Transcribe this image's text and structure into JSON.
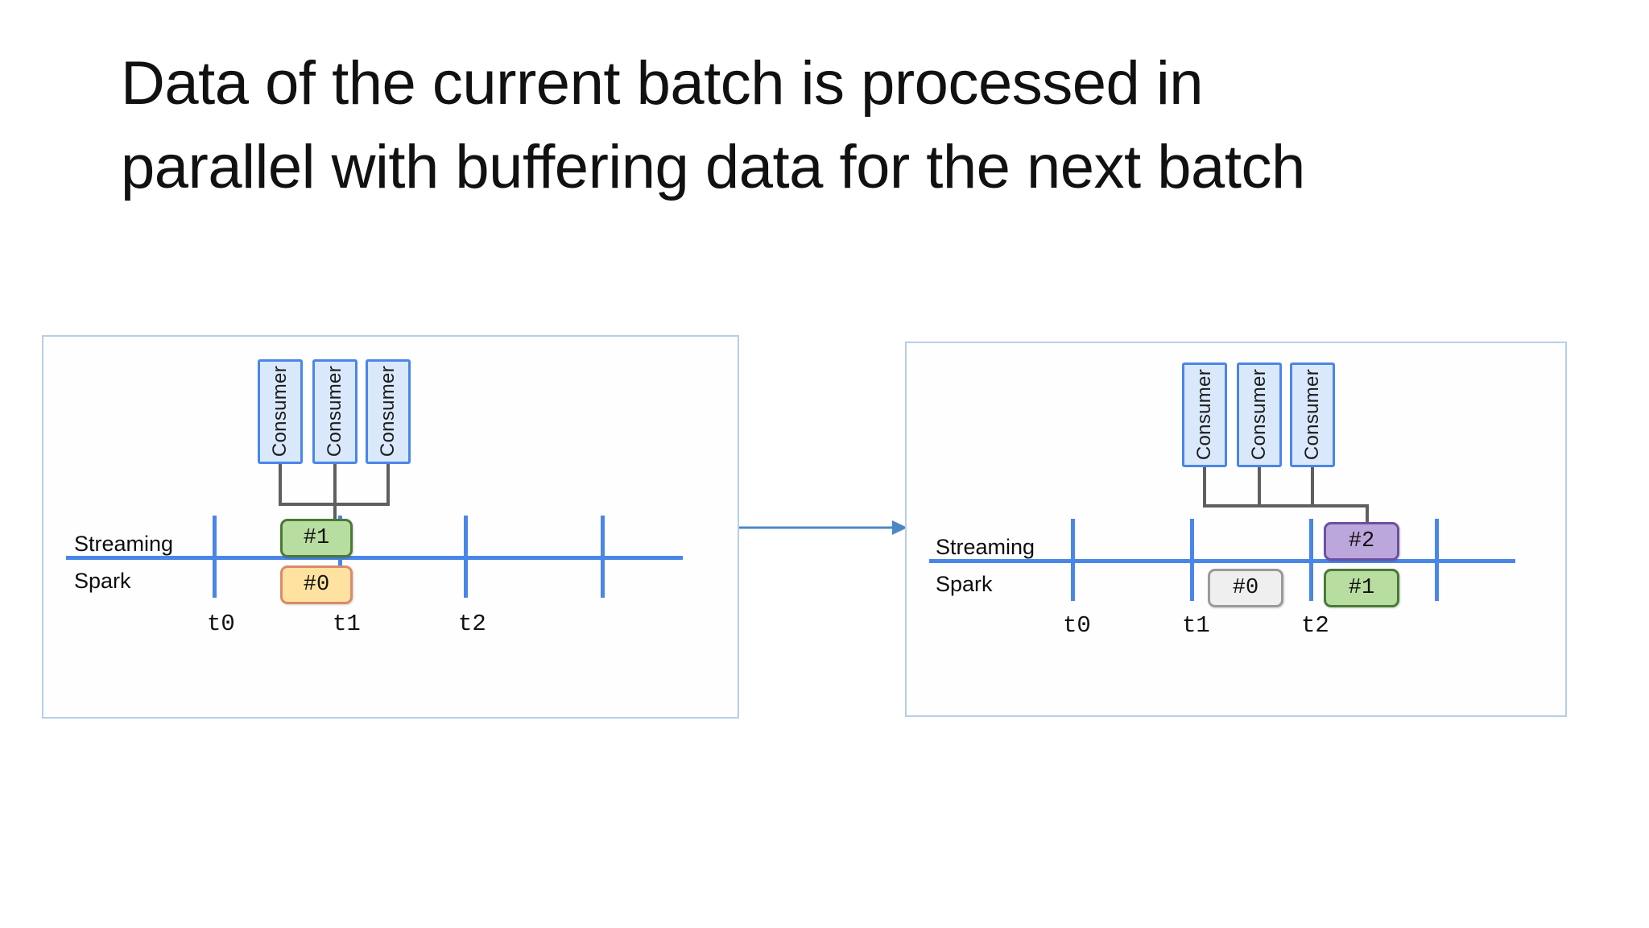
{
  "slide": {
    "title": "Data of the current batch is processed in\nparallel with buffering data for the next batch",
    "background_color": "#ffffff"
  },
  "colors": {
    "panel_border": "#b6cfe8",
    "axis_blue": "#4a86e8",
    "consumer_fill": "#dae8fc",
    "consumer_border": "#4a86e8",
    "connector_gray": "#5f5f5f",
    "batch_green_fill": "#b8dda0",
    "batch_green_border": "#4a7a35",
    "batch_orange_fill": "#ffe2a0",
    "batch_orange_border": "#d98b6a",
    "batch_purple_fill": "#bca7dd",
    "batch_purple_border": "#6f4fa0",
    "batch_gray_fill": "#efefef",
    "batch_gray_border": "#9a9a9a",
    "flow_arrow": "#4d88c4"
  },
  "flow_arrow": {
    "name": "stage-transition-arrow",
    "direction": "right",
    "color": "#4d88c4"
  },
  "panels": [
    {
      "id": "left",
      "name": "timeline-stage-1",
      "consumers": [
        {
          "label": "Consumer"
        },
        {
          "label": "Consumer"
        },
        {
          "label": "Consumer"
        }
      ],
      "lanes": [
        {
          "name": "streaming",
          "label": "Streaming"
        },
        {
          "name": "spark",
          "label": "Spark"
        }
      ],
      "time_ticks": [
        "t0",
        "t1",
        "t2"
      ],
      "batches": [
        {
          "label": "#1",
          "lane": "streaming",
          "time_slot": "t1",
          "color": "green",
          "state": "buffering"
        },
        {
          "label": "#0",
          "lane": "spark",
          "time_slot": "t1",
          "color": "orange",
          "state": "processing"
        }
      ]
    },
    {
      "id": "right",
      "name": "timeline-stage-2",
      "consumers": [
        {
          "label": "Consumer"
        },
        {
          "label": "Consumer"
        },
        {
          "label": "Consumer"
        }
      ],
      "lanes": [
        {
          "name": "streaming",
          "label": "Streaming"
        },
        {
          "name": "spark",
          "label": "Spark"
        }
      ],
      "time_ticks": [
        "t0",
        "t1",
        "t2"
      ],
      "batches": [
        {
          "label": "#2",
          "lane": "streaming",
          "time_slot": "t2",
          "color": "purple",
          "state": "buffering"
        },
        {
          "label": "#0",
          "lane": "spark",
          "time_slot": "t1",
          "color": "gray",
          "state": "done"
        },
        {
          "label": "#1",
          "lane": "spark",
          "time_slot": "t2",
          "color": "green",
          "state": "processing"
        }
      ]
    }
  ]
}
